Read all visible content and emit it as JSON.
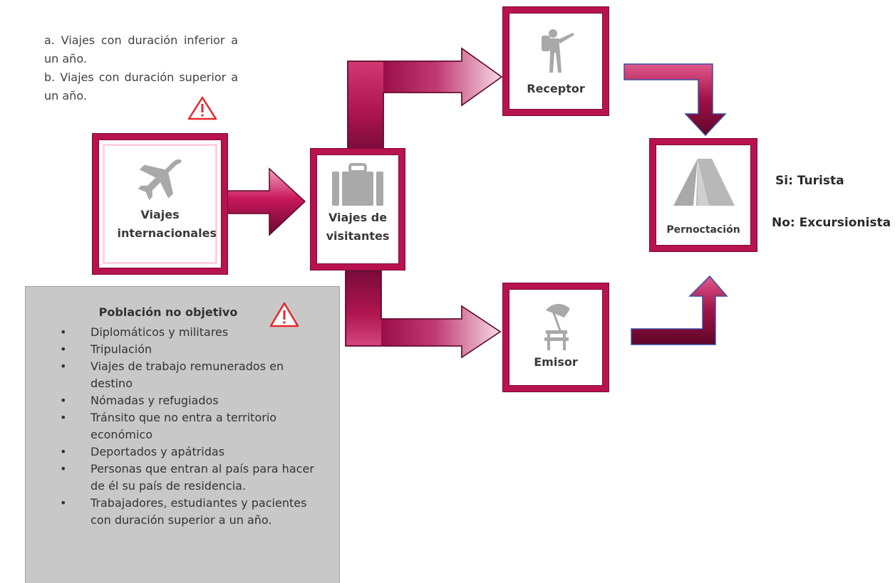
{
  "note": {
    "line_a": "a. Viajes con duración inferior a un año.",
    "line_b": "b. Viajes con duración superior a un año."
  },
  "boxes": {
    "internacionales": {
      "label": "Viajes internacionales",
      "icon": "airplane-icon"
    },
    "visitantes": {
      "label": "Viajes de visitantes",
      "icon": "suitcase-icon"
    },
    "receptor": {
      "label": "Receptor",
      "icon": "hiker-icon"
    },
    "emisor": {
      "label": "Emisor",
      "icon": "beach-umbrella-icon"
    },
    "pernoctacion": {
      "label": "Pernoctación",
      "icon": "tent-icon"
    }
  },
  "outcomes": {
    "si": "Si: Turista",
    "no": "No: Excursionista"
  },
  "panel": {
    "title": "Población no objetivo",
    "items": [
      "Diplomáticos y militares",
      "Tripulación",
      "Viajes de trabajo remunerados en destino",
      "Nómadas y refugiados",
      "Tránsito que no entra a territorio económico",
      "Deportados y apátridas",
      "Personas que entran al país para hacer de él su país de residencia.",
      "Trabajadores, estudiantes y pacientes con duración superior a un año."
    ]
  },
  "colors": {
    "frame": "#b8124f",
    "arrow_dark": "#7a0b3a",
    "arrow_mid": "#c8185a",
    "arrow_light": "#f1c6d6",
    "warning": "#e8262c",
    "icon_gray": "#a9a9a9",
    "panel_bg": "#c8c8c8"
  }
}
